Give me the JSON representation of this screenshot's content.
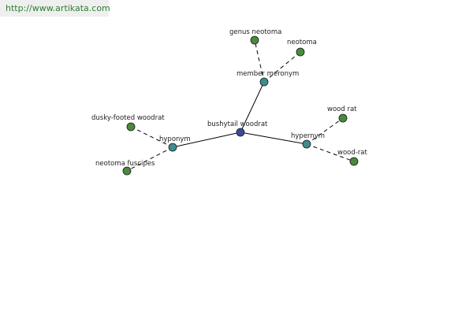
{
  "watermark": "http://www.artikata.com",
  "graph": {
    "center": "bushytail woodrat",
    "relations": [
      {
        "label": "member meronym",
        "targets": [
          "genus neotoma",
          "neotoma"
        ]
      },
      {
        "label": "hyponym",
        "targets": [
          "dusky-footed woodrat",
          "neotoma fuscipes"
        ]
      },
      {
        "label": "hypernym",
        "targets": [
          "wood rat",
          "wood-rat"
        ]
      }
    ]
  },
  "colors": {
    "center_node": "#3b4a9c",
    "relation_node": "#3f8c8c",
    "leaf_node": "#4a8a3c",
    "edge": "#000000"
  }
}
